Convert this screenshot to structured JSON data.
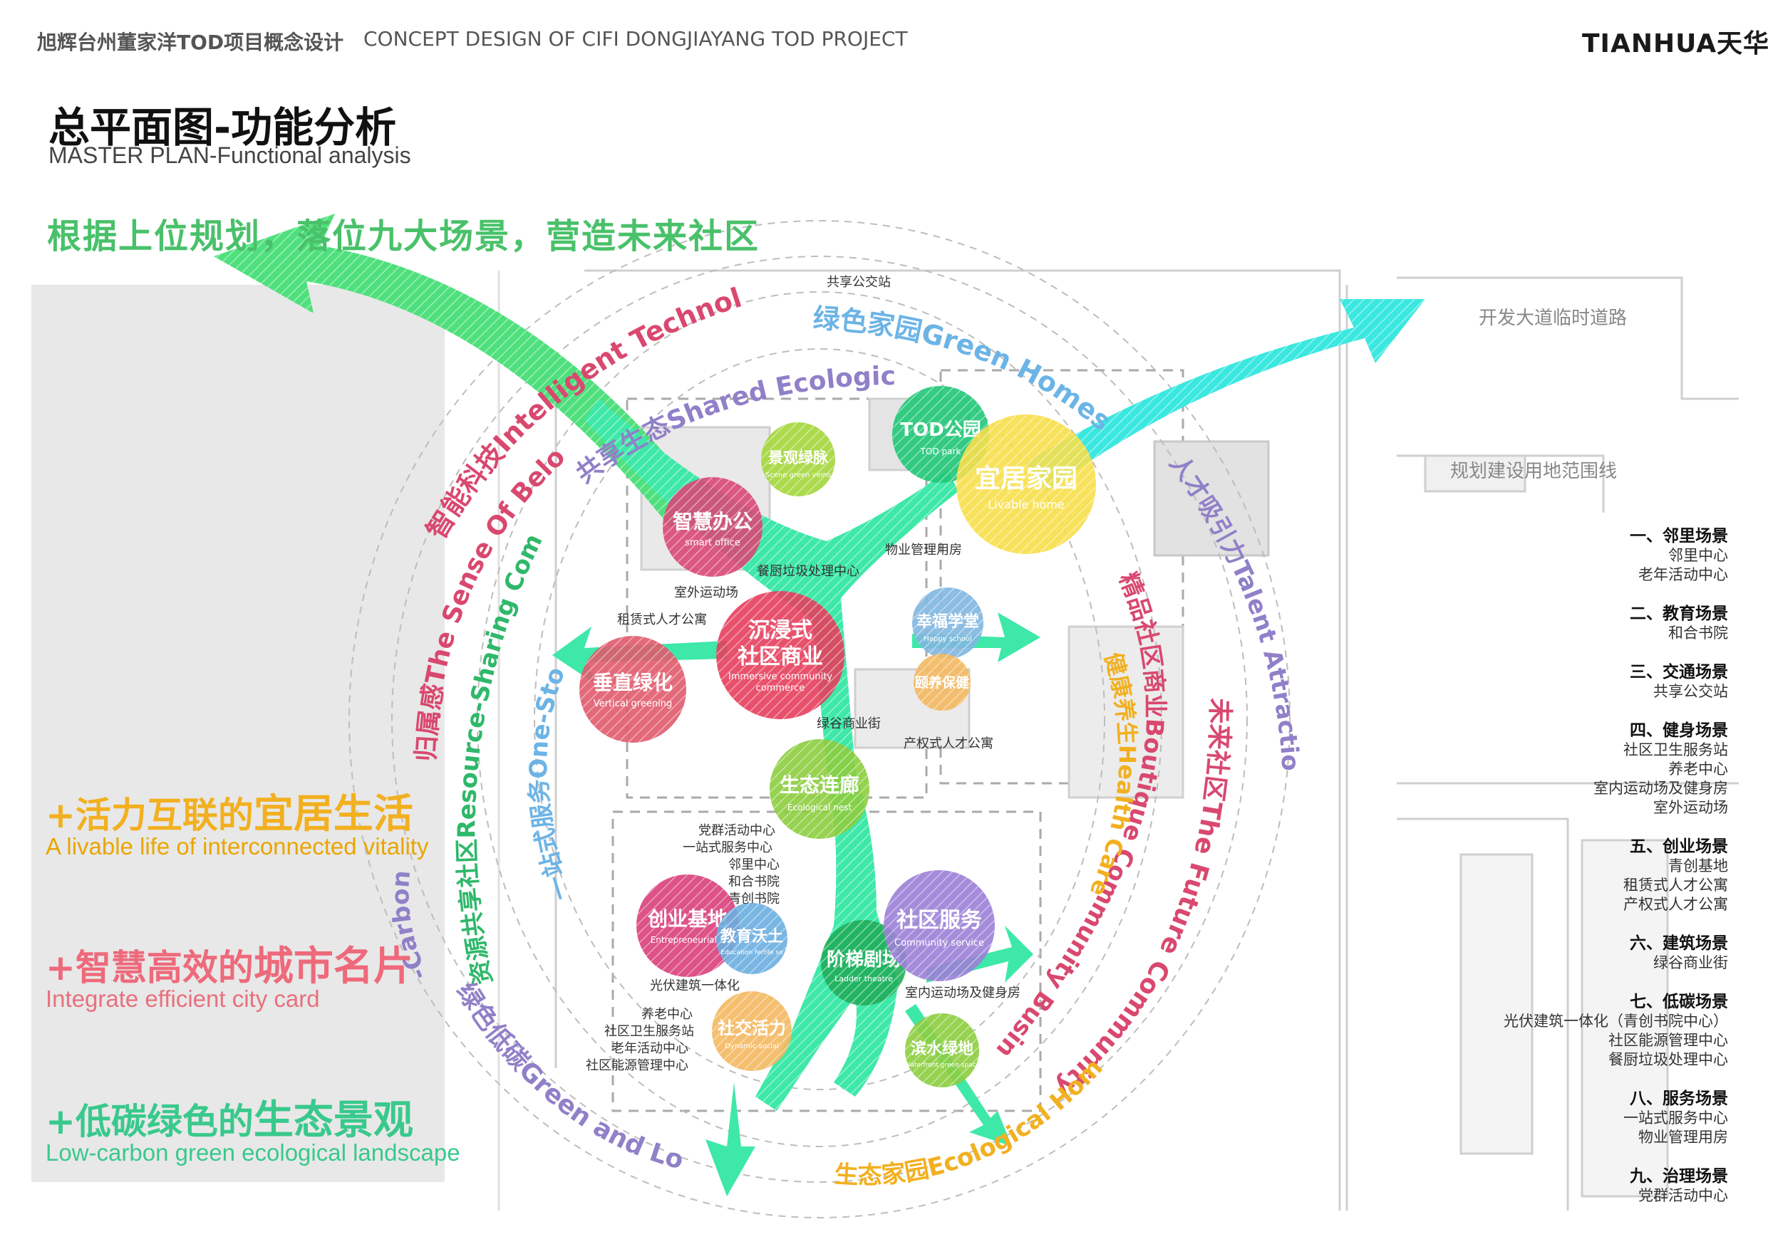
{
  "header": {
    "project_cn": "旭辉台州董家洋TOD项目概念设计",
    "project_en": "CONCEPT DESIGN OF CIFI DONGJIAYANG TOD PROJECT",
    "brand": "TIANHUA天华"
  },
  "title": {
    "cn": "总平面图-功能分析",
    "en": "MASTER PLAN-Functional analysis"
  },
  "headline": "根据上位规划，落位九大场景，营造未来社区",
  "slogans": [
    {
      "prefix": "+活力互联的",
      "emphasis": "宜居生活",
      "en": "A livable life of interconnected vitality",
      "color": "#f2b020"
    },
    {
      "prefix": "+智慧高效的",
      "emphasis": "城市名片",
      "en": "Integrate efficient city card",
      "color": "#ee6a7b"
    },
    {
      "prefix": "+低碳绿色的",
      "emphasis": "生态景观",
      "en": "Low-carbon green ecological landscape",
      "color": "#39c98c"
    }
  ],
  "legend": [
    {
      "heading": "一、邻里场景",
      "items": [
        "邻里中心",
        "老年活动中心"
      ]
    },
    {
      "heading": "二、教育场景",
      "items": [
        "和合书院"
      ]
    },
    {
      "heading": "三、交通场景",
      "items": [
        "共享公交站"
      ]
    },
    {
      "heading": "四、健身场景",
      "items": [
        "社区卫生服务站",
        "养老中心",
        "室内运动场及健身房",
        "室外运动场"
      ]
    },
    {
      "heading": "五、创业场景",
      "items": [
        "青创基地",
        "租赁式人才公寓",
        "产权式人才公寓"
      ]
    },
    {
      "heading": "六、建筑场景",
      "items": [
        "绿谷商业街"
      ]
    },
    {
      "heading": "七、低碳场景",
      "items": [
        "光伏建筑一体化（青创书院中心）",
        "社区能源管理中心",
        "餐厨垃圾处理中心"
      ]
    },
    {
      "heading": "八、服务场景",
      "items": [
        "一站式服务中心",
        "物业管理用房"
      ]
    },
    {
      "heading": "九、治理场景",
      "items": [
        "党群活动中心"
      ]
    }
  ],
  "map_labels": {
    "road_east": "开发大道临时道路",
    "boundary": "规划建设用地范围线",
    "bus": "共享公交站"
  },
  "bubbles": [
    {
      "cn": "TOD公园",
      "en": "TOD park",
      "color": "#1fc777"
    },
    {
      "cn": "景观绿脉",
      "en": "Scene green veins",
      "color": "#a3d63a"
    },
    {
      "cn": "宜居家园",
      "en": "Livable home",
      "color": "#f7df4a"
    },
    {
      "cn": "智慧办公",
      "en": "smart office",
      "color": "#d94876"
    },
    {
      "cn": "沉浸式",
      "cn2": "社区商业",
      "en": "Immersive community",
      "en2": "commerce",
      "color": "#e53e5c"
    },
    {
      "cn": "垂直绿化",
      "en": "Vertical greening",
      "color": "#e05a6c"
    },
    {
      "cn": "幸福学堂",
      "en": "Happy school",
      "color": "#7fb6e0"
    },
    {
      "cn": "颐养保健",
      "en": "",
      "color": "#f4b860"
    },
    {
      "cn": "生态连廊",
      "en": "Ecological nest",
      "color": "#8ccd3e"
    },
    {
      "cn": "创业基地",
      "en": "Entrepreneurial b",
      "color": "#d93f7a"
    },
    {
      "cn": "教育沃土",
      "en": "Education fertile so",
      "color": "#6aaee0"
    },
    {
      "cn": "阶梯剧场",
      "en": "Ladder theatre",
      "color": "#1fae5a"
    },
    {
      "cn": "社区服务",
      "en": "Community service",
      "color": "#9b7fd6"
    },
    {
      "cn": "社交活力",
      "en": "Dynamic social",
      "color": "#f4b860"
    },
    {
      "cn": "滨水绿地",
      "en": "Waterfront green space",
      "color": "#8ccd3e"
    }
  ],
  "plan_labels": [
    "物业管理用房",
    "餐厨垃圾处理中心",
    "室外运动场",
    "租赁式人才公寓",
    "绿谷商业街",
    "产权式人才公寓",
    "党群活动中心",
    "一站式服务中心",
    "邻里中心",
    "和合书院",
    "青创书院",
    "光伏建筑一体化",
    "室内运动场及健身房",
    "养老中心",
    "社区卫生服务站",
    "老年活动中心",
    "社区能源管理中心"
  ],
  "ring_texts": {
    "smart_tech": "智能科技Intelligent Technology",
    "green_homes": "绿色家园Green Homes",
    "shared_eco": "共享生态Shared Ecological",
    "belonging": "归属感The Sense Of Belonging",
    "resource": "资源共享社区Resource-Sharing Community",
    "one_stop": "一站式服务One-Stop Serv",
    "low_carbon": "绿色低碳Green and Lo",
    "carbon": "-Carbon",
    "talent": "人才吸引力Talent Attraction",
    "boutique": "精品社区商业Boutique Community Business",
    "health": "健康养生Health Care",
    "future": "未来社区The Future Community",
    "eco_home": "生态家园Ecological Home"
  }
}
